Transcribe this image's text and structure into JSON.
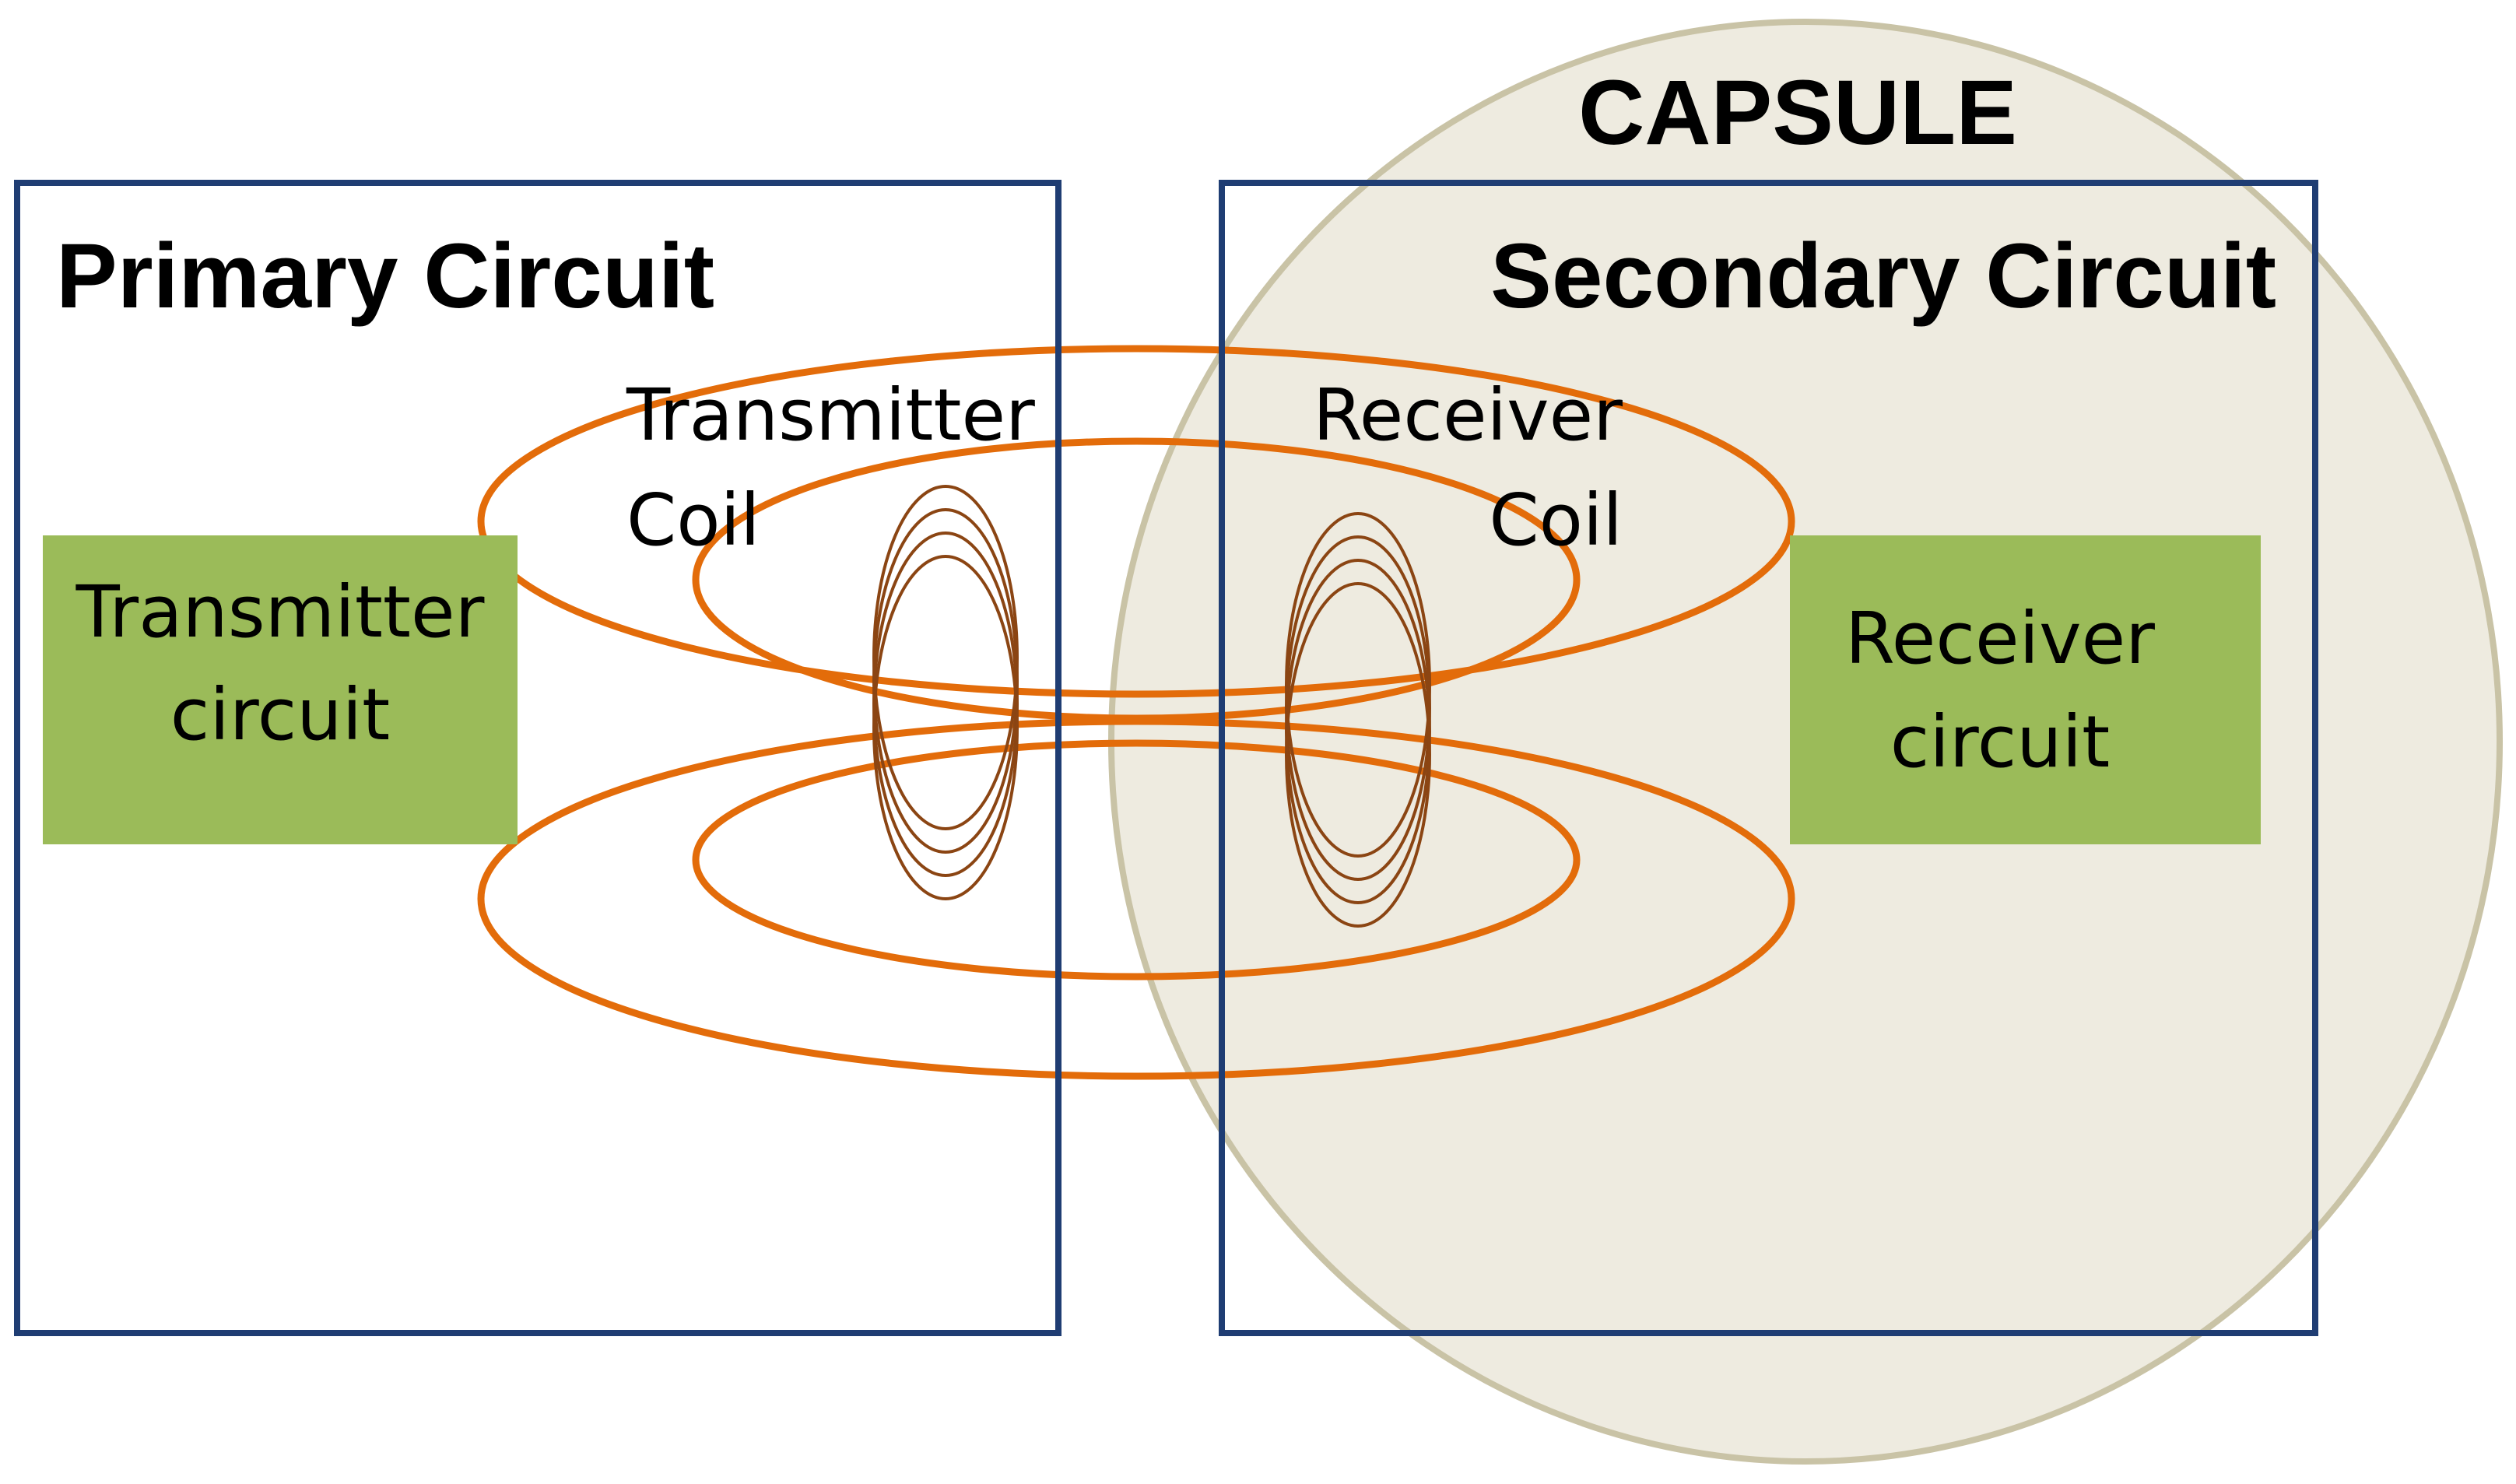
{
  "capsule": {
    "label": "CAPSULE",
    "fill_color": "#EEEBE0",
    "stroke_color": "#C9C3A6"
  },
  "primary": {
    "title": "Primary Circuit",
    "box_color": "#1F3D73"
  },
  "secondary": {
    "title": "Secondary Circuit",
    "box_color": "#1F3D73"
  },
  "transmitter_circuit": {
    "line1": "Transmitter",
    "line2": "circuit",
    "color": "#9BBB59"
  },
  "receiver_circuit": {
    "line1": "Receiver",
    "line2": "circuit",
    "color": "#9BBB59"
  },
  "transmitter_coil": {
    "line1": "Transmitter",
    "line2": "Coil",
    "color": "#8B4513"
  },
  "receiver_coil": {
    "line1": "Receiver",
    "line2": "Coil",
    "color": "#8B4513"
  },
  "field_lines": {
    "color": "#E36C0A"
  }
}
